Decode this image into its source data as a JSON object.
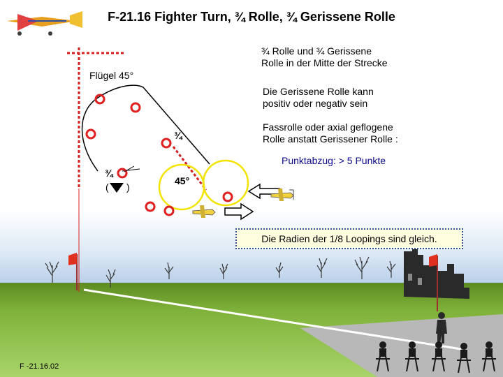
{
  "title": "F-21.16 Fighter Turn, ¾ Rolle, ¾ Gerissene Rolle",
  "notes": {
    "middle_line1": "¾ Rolle und ¾ Gerissene",
    "middle_line2": "Rolle in der Mitte der Strecke",
    "snap_line1": "Die Gerissene Rolle kann",
    "snap_line2": "positiv oder negativ sein",
    "axial_line1": "Fassrolle oder axial geflogene",
    "axial_line2": "Rolle anstatt Gerissener Rolle :",
    "penalty": "Punktabzug: > 5 Punkte",
    "radii": "Die Radien der 1/8 Loopings sind gleich."
  },
  "labels": {
    "wing_45": "Flügel 45°",
    "three_quarter_right": "¾",
    "three_quarter_left": "¾",
    "paren_open": "(",
    "paren_close": ")",
    "angle_45": "45°"
  },
  "footer": "F -21.16.02",
  "colors": {
    "marker": "#e02020",
    "path_red": "#d42020",
    "yellow_circle": "#f2e400",
    "arrow_fill": "#ffffff",
    "sky": "#b6cde8",
    "grass": "#7fb23a"
  },
  "icons": [
    "plane-logo-icon",
    "flag-icon",
    "castle-icon",
    "pilot-icon",
    "judge-icon"
  ]
}
